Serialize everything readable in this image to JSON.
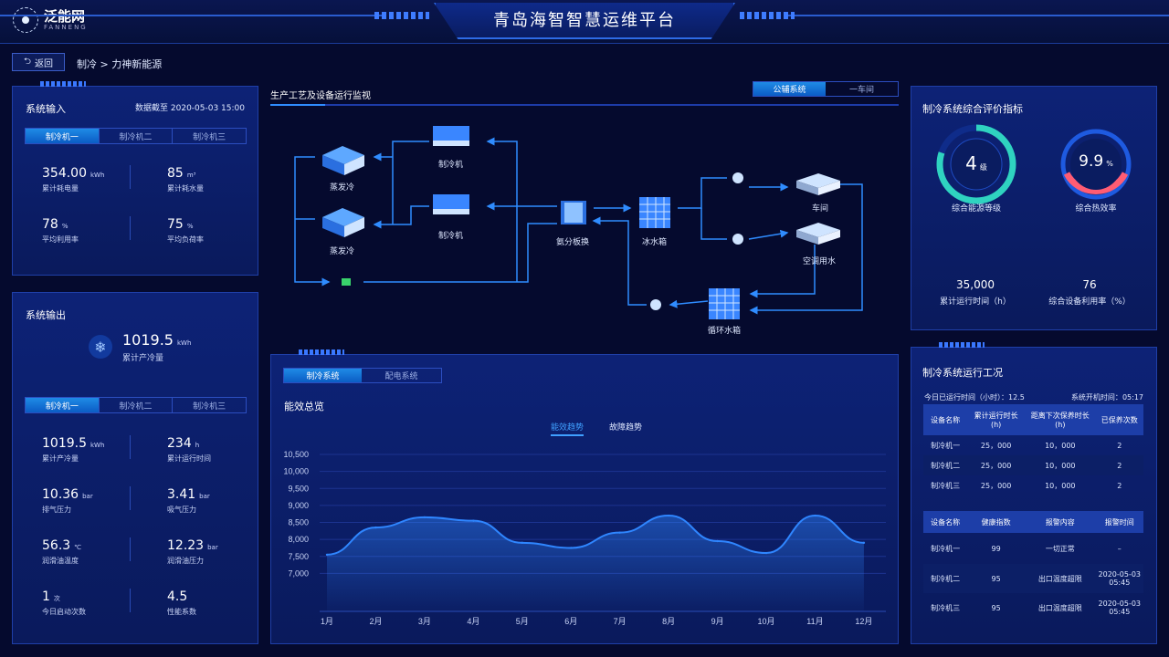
{
  "header": {
    "logo_cn": "泛能网",
    "logo_en": "FANNENG",
    "title": "青岛海智智慧运维平台"
  },
  "nav": {
    "back_label": "返回",
    "breadcrumb": "制冷 > 力神新能源"
  },
  "input_panel": {
    "title": "系统输入",
    "timestamp": "数据截至 2020-05-03 15:00",
    "tabs": [
      "制冷机一",
      "制冷机二",
      "制冷机三"
    ],
    "metrics": [
      {
        "value": "354.00",
        "unit": "kWh",
        "label": "累计耗电量"
      },
      {
        "value": "85",
        "unit": "m³",
        "label": "累计耗水量"
      },
      {
        "value": "78",
        "unit": "%",
        "label": "平均利用率"
      },
      {
        "value": "75",
        "unit": "%",
        "label": "平均负荷率"
      }
    ]
  },
  "output_panel": {
    "title": "系统输出",
    "total_value": "1019.5",
    "total_unit": "kWh",
    "total_label": "累计产冷量",
    "tabs": [
      "制冷机一",
      "制冷机二",
      "制冷机三"
    ],
    "metrics": [
      {
        "value": "1019.5",
        "unit": "kWh",
        "label": "累计产冷量"
      },
      {
        "value": "234",
        "unit": "h",
        "label": "累计运行时间"
      },
      {
        "value": "10.36",
        "unit": "bar",
        "label": "排气压力"
      },
      {
        "value": "3.41",
        "unit": "bar",
        "label": "吸气压力"
      },
      {
        "value": "56.3",
        "unit": "℃",
        "label": "润滑油温度"
      },
      {
        "value": "12.23",
        "unit": "bar",
        "label": "润滑油压力"
      },
      {
        "value": "1",
        "unit": "次",
        "label": "今日启动次数"
      },
      {
        "value": "4.5",
        "unit": "",
        "label": "性能系数"
      }
    ]
  },
  "process": {
    "title": "生产工艺及设备运行监视",
    "tabs": [
      "公辅系统",
      "一车间"
    ],
    "labels": {
      "evap1": "蒸发冷",
      "evap2": "蒸发冷",
      "chiller1": "制冷机",
      "chiller2": "制冷机",
      "ammonia": "氨分板换",
      "icebox": "冰水箱",
      "workshop": "车间",
      "aircon": "空调用水",
      "circbox": "循环水箱"
    }
  },
  "chart_panel": {
    "tabs": [
      "制冷系统",
      "配电系统"
    ],
    "title": "能效总览",
    "chart_tabs": [
      "能效趋势",
      "故障趋势"
    ]
  },
  "chart_data": {
    "type": "area",
    "categories": [
      "1月",
      "2月",
      "3月",
      "4月",
      "5月",
      "6月",
      "7月",
      "8月",
      "9月",
      "10月",
      "11月",
      "12月"
    ],
    "values": [
      7550,
      8350,
      8650,
      8550,
      7900,
      7750,
      8200,
      8700,
      7950,
      7600,
      8700,
      7900
    ],
    "y_ticks": [
      "10,500",
      "10,000",
      "9,500",
      "9,000",
      "8,500",
      "8,000",
      "7,500",
      "7,000"
    ],
    "ylim": [
      6500,
      10500
    ],
    "color": "#2f86ff"
  },
  "eval_panel": {
    "title": "制冷系统综合评价指标",
    "gauge1": {
      "value": "4",
      "unit": "级",
      "label": "综合能源等级",
      "fraction": 0.8
    },
    "gauge2": {
      "value": "9.9",
      "unit": "%",
      "label": "综合热效率",
      "fraction": 0.099
    },
    "stat1": {
      "value": "35,000",
      "label": "累计运行时间（h）"
    },
    "stat2": {
      "value": "76",
      "label": "综合设备利用率（%）"
    }
  },
  "ops_panel": {
    "title": "制冷系统运行工况",
    "today_run": "今日已运行时间（小时）：",
    "today_run_value": "12.5",
    "boot_time": "系统开机时间：",
    "boot_time_value": "05:17",
    "table1": {
      "headers": [
        "设备名称",
        "累计运行时长\n(h)",
        "距离下次保养时长\n(h)",
        "已保养次数"
      ],
      "rows": [
        [
          "制冷机一",
          "25，000",
          "10，000",
          "2"
        ],
        [
          "制冷机二",
          "25，000",
          "10，000",
          "2"
        ],
        [
          "制冷机三",
          "25，000",
          "10，000",
          "2"
        ]
      ]
    },
    "table2": {
      "headers": [
        "设备名称",
        "健康指数",
        "报警内容",
        "报警时间"
      ],
      "rows": [
        [
          "制冷机一",
          "99",
          "一切正常",
          "–"
        ],
        [
          "制冷机二",
          "95",
          "出口温度超限",
          "2020-05-03\n05:45"
        ],
        [
          "制冷机三",
          "95",
          "出口温度超限",
          "2020-05-03\n05:45"
        ]
      ]
    }
  }
}
